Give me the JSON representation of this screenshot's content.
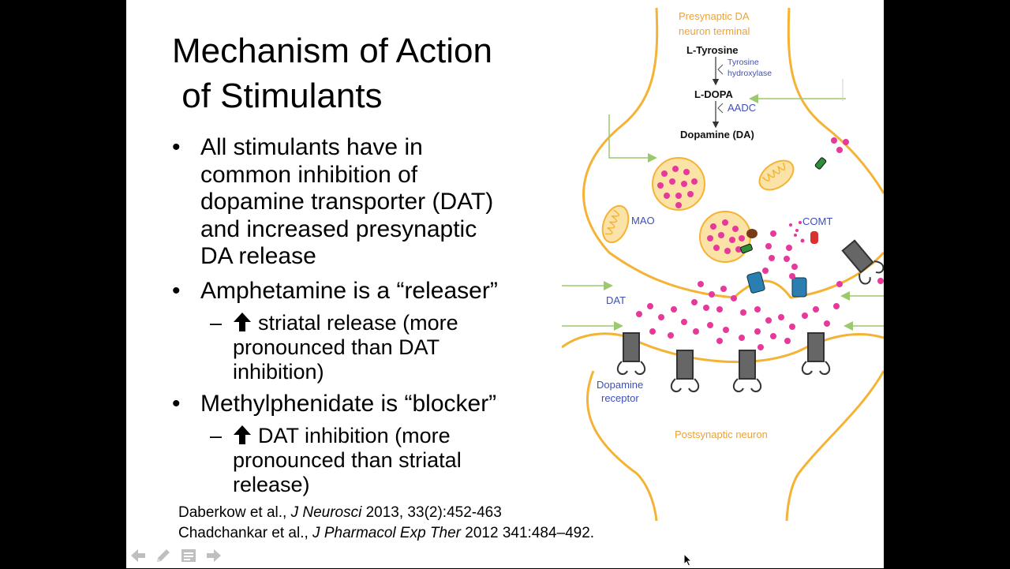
{
  "slide": {
    "title_lines": [
      "Mechanism of Action",
      " of Stimulants"
    ],
    "bullets": [
      {
        "lines": [
          "All stimulants have in",
          "common inhibition of",
          "dopamine transporter (DAT)",
          "and increased presynaptic",
          "DA release"
        ]
      },
      {
        "lines": [
          "Amphetamine is a “releaser”"
        ],
        "sub": {
          "lines": [
            "striatal release (more",
            "pronounced than DAT",
            "inhibition)"
          ]
        }
      },
      {
        "lines": [
          "Methylphenidate is “blocker”"
        ],
        "sub": {
          "lines": [
            "DAT inhibition (more",
            "pronounced than striatal",
            "release)"
          ]
        }
      }
    ],
    "bullet_symbol": "•",
    "sub_symbol": "–",
    "references": [
      {
        "authors": "Daberkow et al., ",
        "journal": "J Neurosci",
        "rest": " 2013, 33(2):452-463"
      },
      {
        "authors": "Chadchankar et al., ",
        "journal": "J Pharmacol Exp Ther",
        "rest": " 2012 341:484–492."
      }
    ]
  },
  "diagram": {
    "labels": {
      "presynaptic_1": "Presynaptic DA",
      "presynaptic_2": "neuron terminal",
      "tyrosine": "L-Tyrosine",
      "tyr_hydroxylase_1": "Tyrosine",
      "tyr_hydroxylase_2": "hydroxylase",
      "ldopa": "L-DOPA",
      "aadc": "AADC",
      "dopamine": "Dopamine (DA)",
      "mao": "MAO",
      "comt": "COMT",
      "dat": "DAT",
      "receptor_1": "Dopamine",
      "receptor_2": "receptor",
      "postsynaptic": "Postsynaptic neuron"
    },
    "colors": {
      "membrane": "#f5b335",
      "vesicle": "#fbe2a6",
      "dopamine_dot": "#e6399b",
      "label_orange": "#e8a33a",
      "label_blue": "#3d4fb8",
      "arrow_green": "#9cc96b",
      "transporter": "#2a7fb0",
      "receptor": "#444444"
    }
  },
  "navigation": {
    "icons": [
      "previous-arrow-icon",
      "pen-icon",
      "slide-menu-icon",
      "next-arrow-icon"
    ]
  }
}
